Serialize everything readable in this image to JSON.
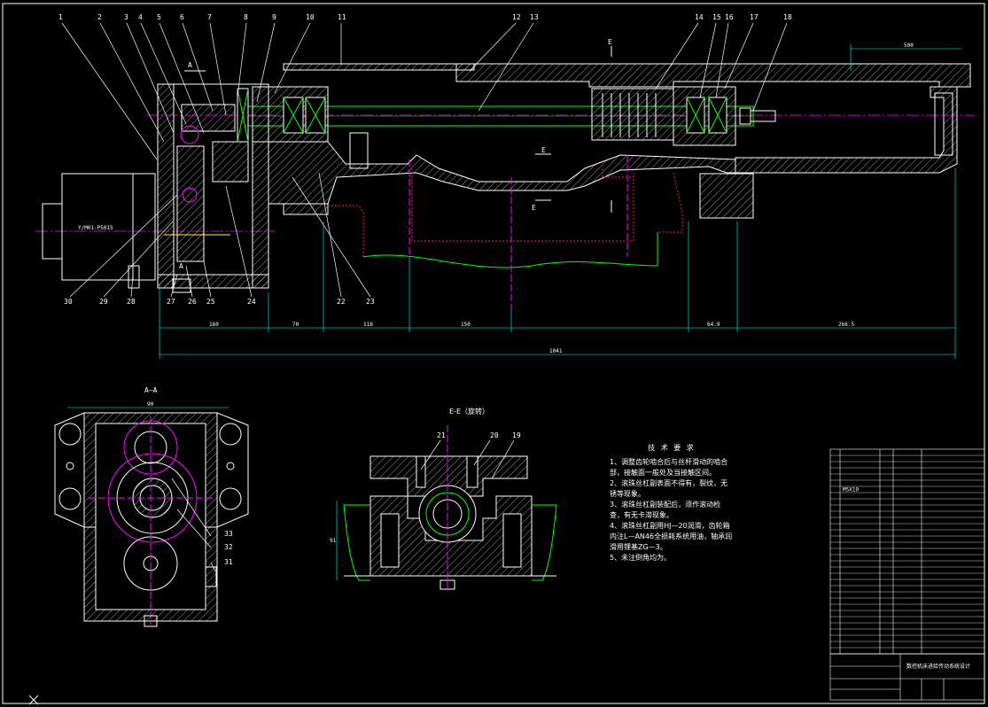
{
  "drawing": {
    "section_aa_title": "A—A",
    "section_ee_title": "E-E（旋转）",
    "section_mark_a": "A",
    "section_mark_e": "E",
    "motor_label": "Y/M01-P5015",
    "part_numbers_top": [
      "1",
      "2",
      "3",
      "4",
      "5",
      "6",
      "7",
      "8",
      "9",
      "10",
      "11",
      "12",
      "13",
      "14",
      "15",
      "16",
      "17",
      "18"
    ],
    "part_numbers_bottom": [
      "30",
      "29",
      "28",
      "27",
      "26",
      "25",
      "24",
      "22",
      "23"
    ],
    "part_numbers_aa": [
      "33",
      "32",
      "31"
    ],
    "part_numbers_ee": [
      "21",
      "20",
      "19"
    ],
    "dimensions": {
      "d1": "160",
      "d2": "70",
      "d3": "118",
      "d4": "150",
      "d5": "64.9",
      "d6": "266.5",
      "overall": "1041",
      "top_right": "500",
      "aa_width": "90",
      "ee_height": "91"
    }
  },
  "notes": {
    "title": "技 术 要 求",
    "items": [
      "1、调整齿轮啮合后与丝杆滑动的啮合部，接触面一般处及当接触区间。",
      "2、滚珠丝杠副表面不得有，裂纹，无锈等现象。",
      "3、滚珠丝杠副装配后，须作滚动检查，有无卡滞现象。",
      "4、滚珠丝杠副用HJ—20润滑，齿轮箱内注L—AN46全损耗系统用油，轴承润滑用锂基ZG—3。",
      "5、未注倒角均为。"
    ]
  },
  "bom": {
    "title_block": "数控机床进给传动系统设计",
    "rows": [
      "",
      "",
      "",
      "",
      "",
      "",
      "M5X10",
      "",
      "",
      "",
      "",
      "",
      "",
      "",
      "",
      "",
      "",
      "",
      "",
      "",
      "",
      "",
      "",
      "",
      "",
      "",
      "",
      "",
      "",
      "",
      "",
      "",
      ""
    ]
  },
  "colors": {
    "background": "#000000",
    "outline": "#ffffff",
    "centerline": "#ff00ff",
    "hidden": "#ff2020",
    "green": "#00ff00",
    "cyan": "#00ffff",
    "yellow": "#ffff00"
  }
}
